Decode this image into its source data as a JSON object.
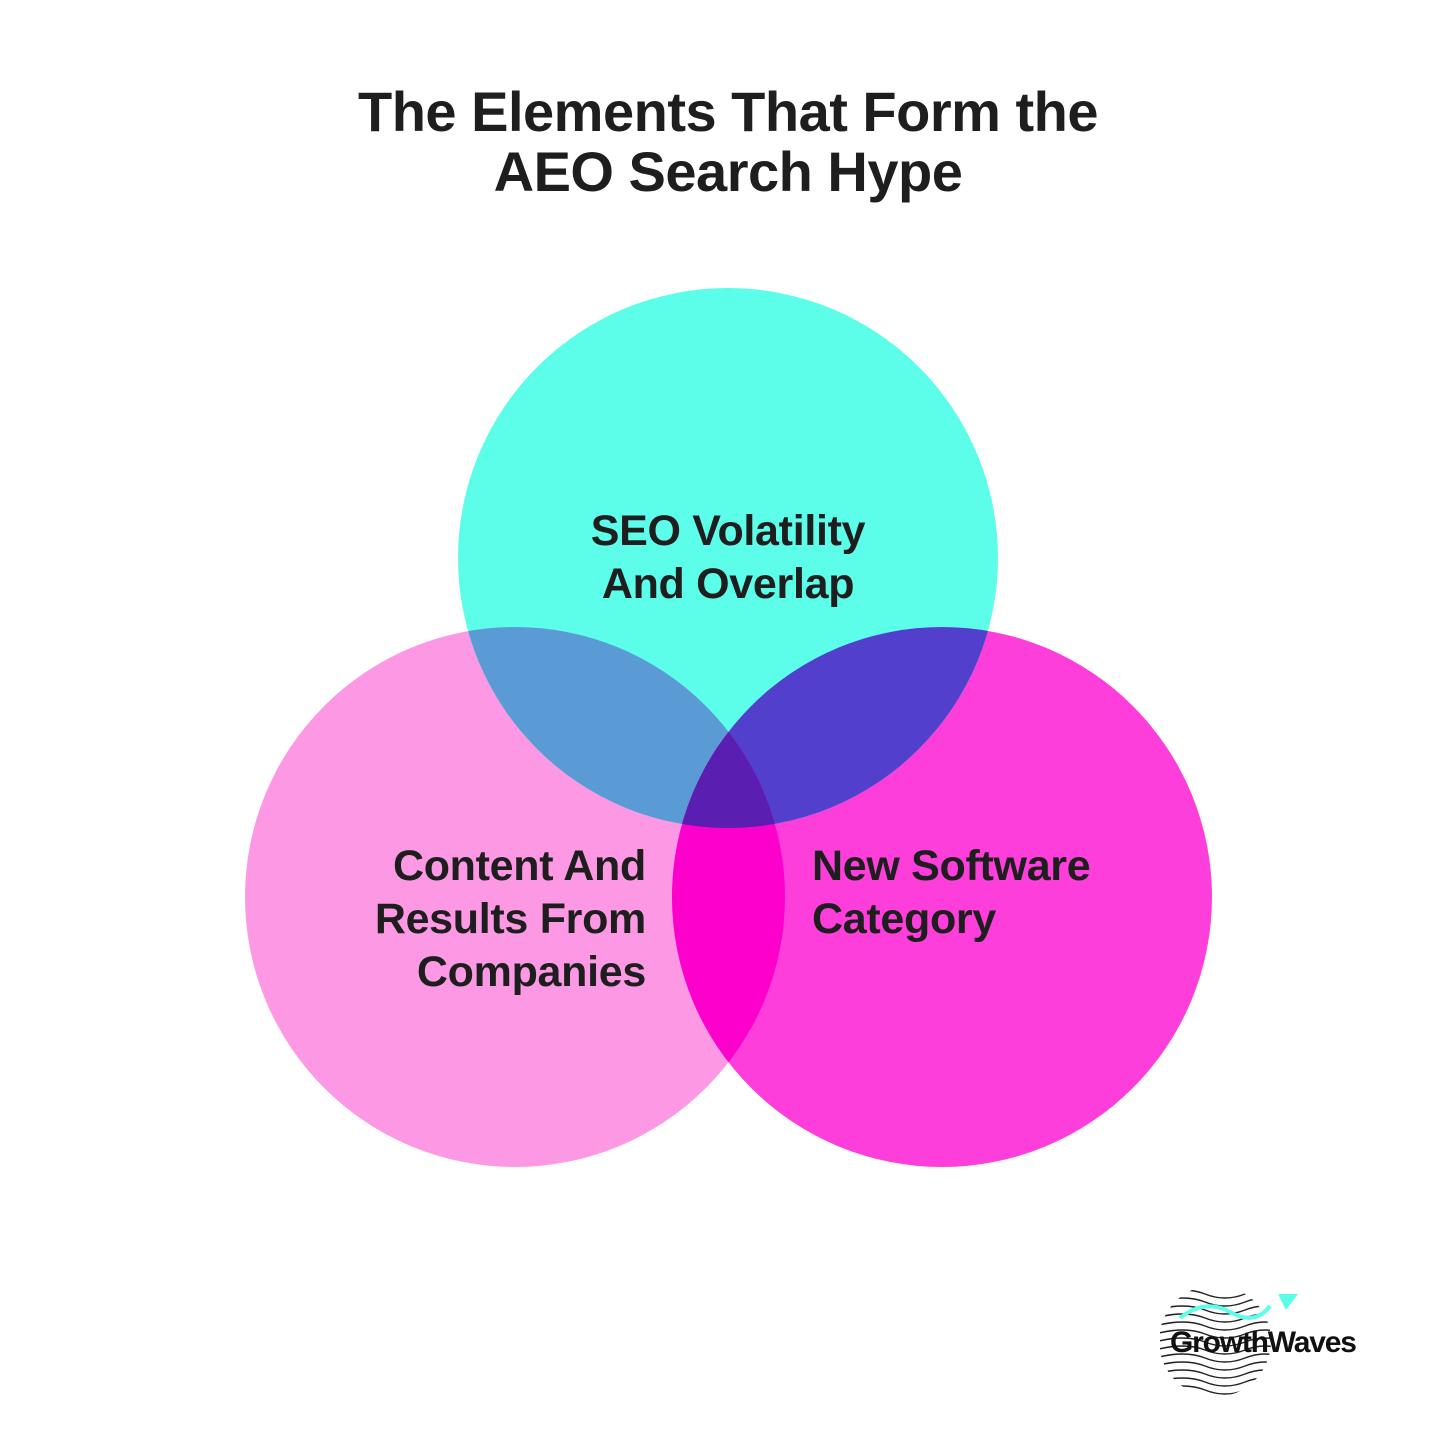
{
  "title": {
    "line1": "The Elements That Form the",
    "line2": "AEO Search Hype"
  },
  "circles": {
    "top": {
      "line1": "SEO Volatility",
      "line2": "And Overlap",
      "color": "#5cfde9"
    },
    "left": {
      "line1": "Content And",
      "line2": "Results From",
      "line3": "Companies",
      "color": "#fd99e4"
    },
    "right": {
      "line1": "New Software",
      "line2": "Category",
      "color": "#fd3edb"
    },
    "overlap_colors": {
      "top_left": "#5b9bd5",
      "top_right": "#5240cc",
      "left_right": "#fe00cc",
      "center": "#5a1fb0"
    }
  },
  "logo": {
    "text": "GrowthWaves",
    "icon": "wave-globe-icon",
    "accent_color": "#5cfde9"
  }
}
